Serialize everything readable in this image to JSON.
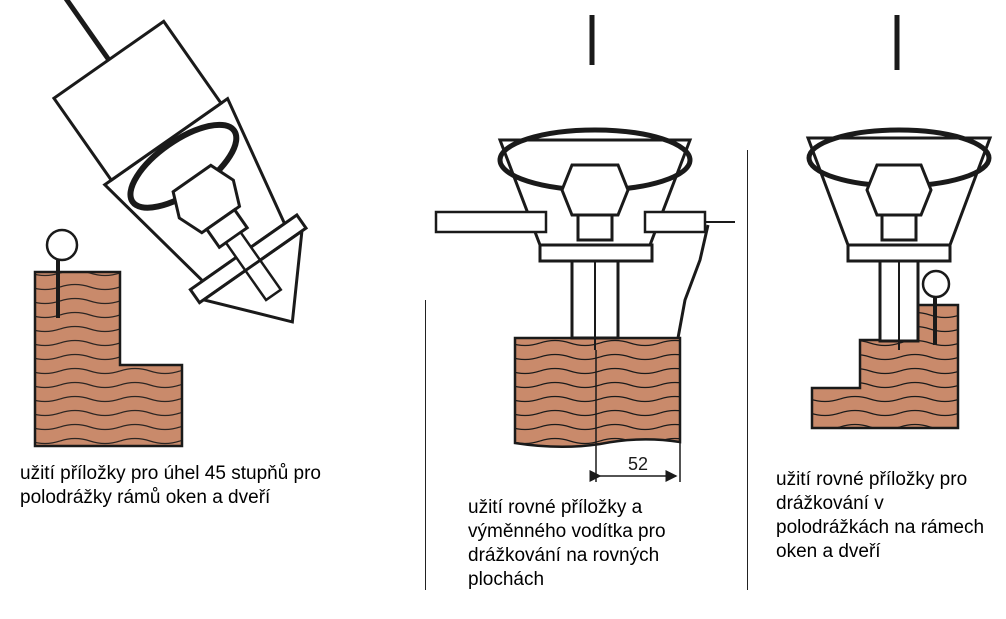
{
  "colors": {
    "wood": "#c98a6b",
    "ink": "#1a1a1a",
    "background": "#ffffff"
  },
  "panels": [
    {
      "caption": "užití příložky pro úhel 45 stupňů pro polodrážky rámů oken a dveří"
    },
    {
      "caption": "užití rovné příložky a výměnného vodítka pro drážkování na rovných plochách",
      "dimension_label": "52"
    },
    {
      "caption": "užití rovné příložky pro drážkování v polodrážkách na rámech oken a dveří"
    }
  ]
}
